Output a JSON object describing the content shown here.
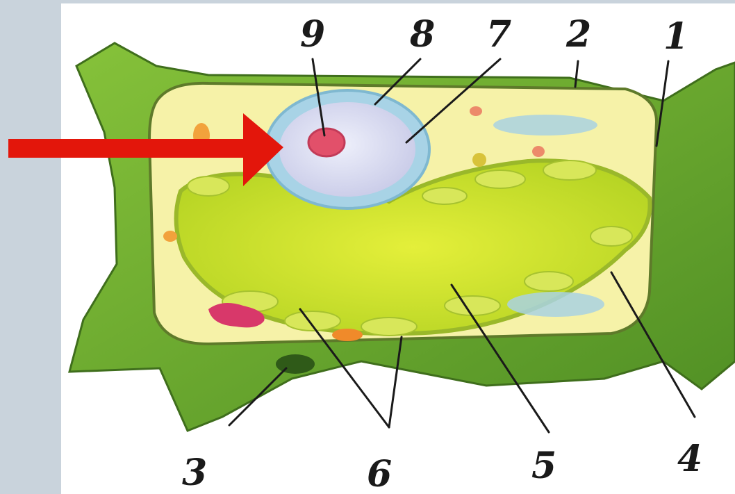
{
  "labels": {
    "l1": "1",
    "l2": "2",
    "l3": "3",
    "l4": "4",
    "l5": "5",
    "l6": "6",
    "l7": "7",
    "l8": "8",
    "l9": "9"
  },
  "colors": {
    "background": "#c9d3dc",
    "panel": "#ffffff",
    "cell_wall": "#6fae2e",
    "cytoplasm": "#f6f2a8",
    "vacuole": "#c7df2a",
    "nucleus": "#d9dcf2",
    "nuclear_envelope": "#9fd0e0",
    "nucleolus": "#e2506a",
    "arrow": "#e3160b"
  }
}
